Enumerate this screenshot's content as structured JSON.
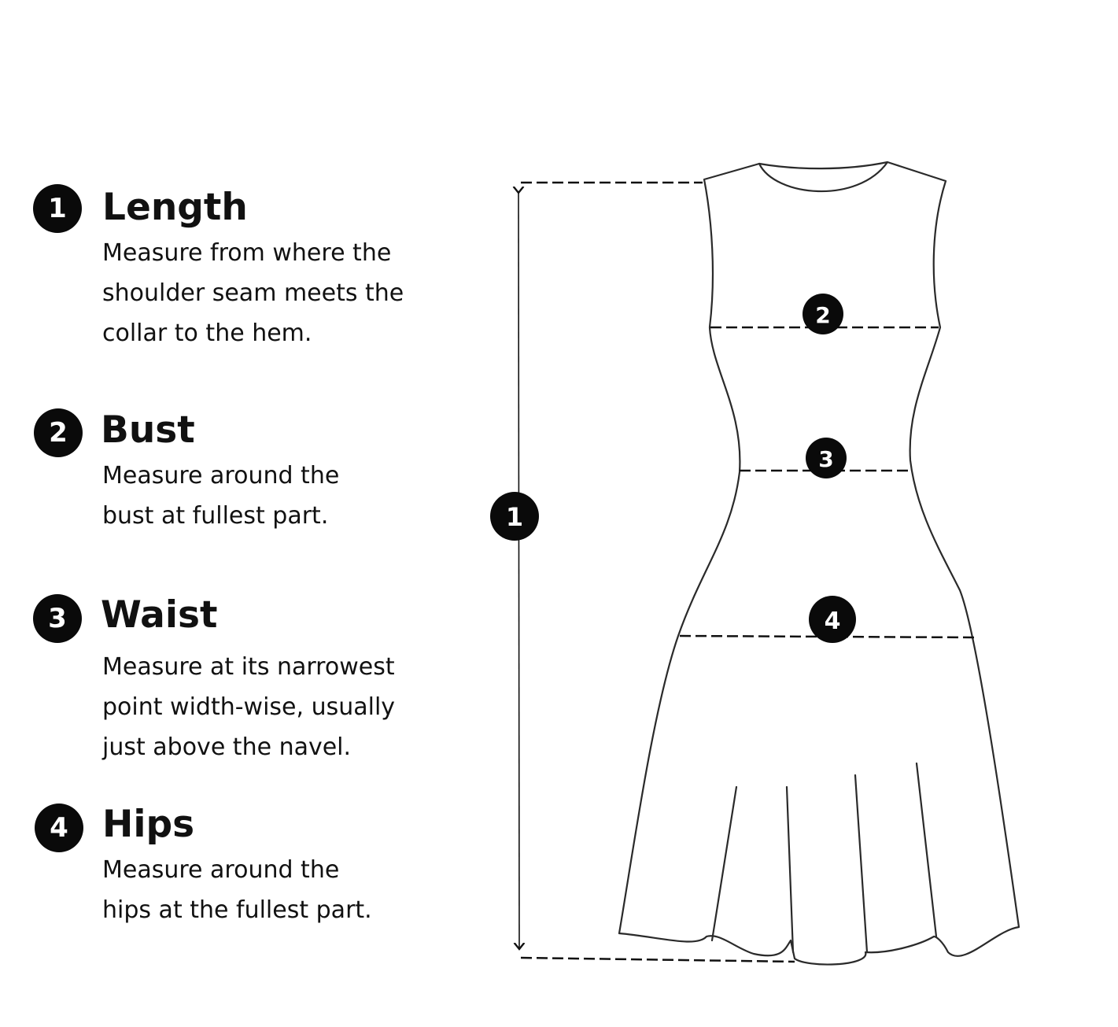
{
  "steps": [
    {
      "number": "1",
      "title": "Length",
      "lines": [
        "Measure from where the",
        "shoulder seam meets the",
        "collar to the hem."
      ]
    },
    {
      "number": "2",
      "title": "Bust",
      "lines": [
        "Measure around the",
        "bust at fullest part."
      ]
    },
    {
      "number": "3",
      "title": "Waist",
      "lines": [
        "Measure at its narrowest",
        "point width-wise, usually",
        "just above the navel."
      ]
    },
    {
      "number": "4",
      "title": "Hips",
      "lines": [
        "Measure around the",
        "hips at the fullest part."
      ]
    }
  ],
  "diagram": {
    "markers": {
      "length": "1",
      "bust": "2",
      "waist": "3",
      "hips": "4"
    }
  },
  "colors": {
    "ink": "#111111",
    "badge": "#0a0a0a",
    "background": "#ffffff"
  }
}
